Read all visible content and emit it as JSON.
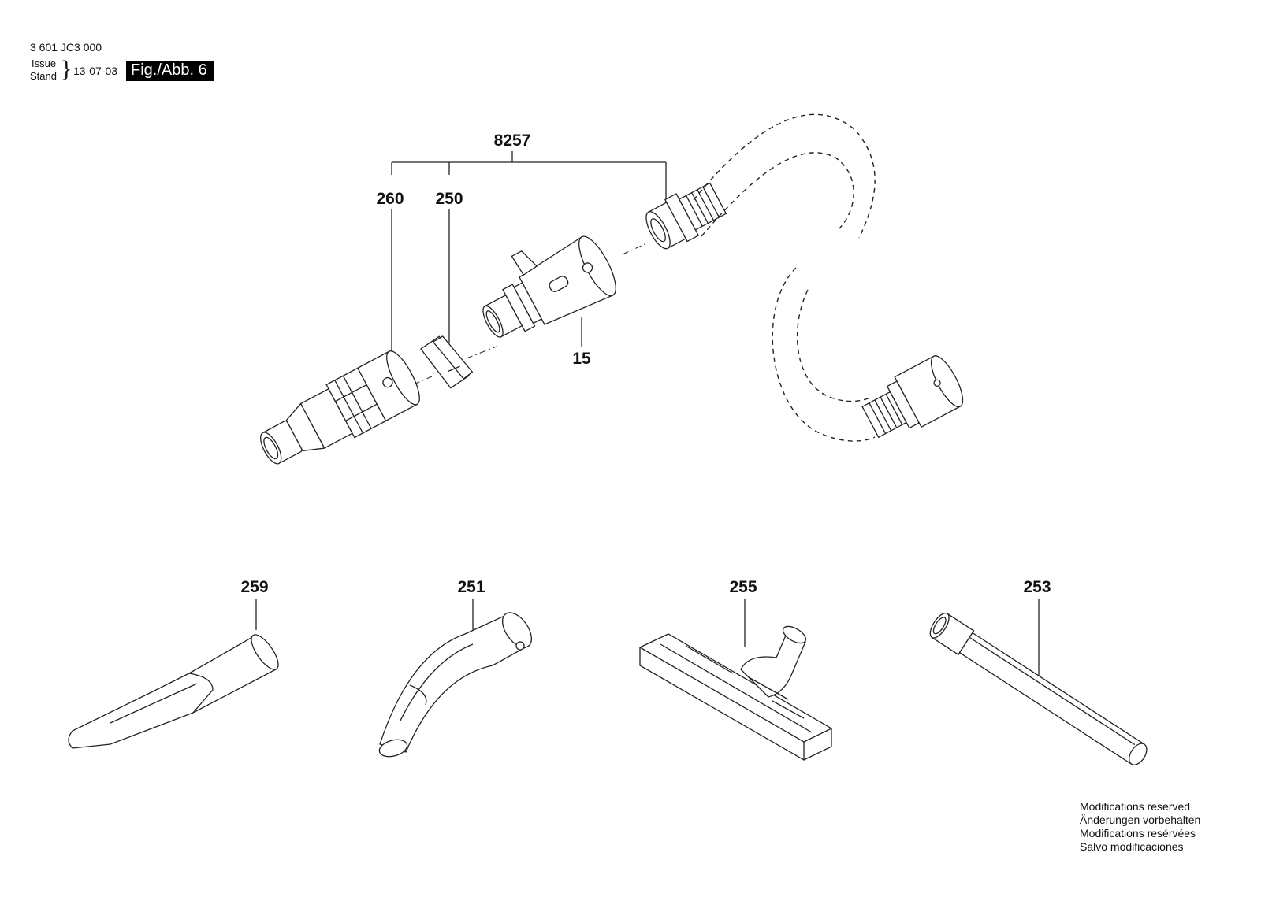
{
  "header": {
    "part_number": "3 601 JC3 000",
    "issue_label": "Issue",
    "stand_label": "Stand",
    "date": "13-07-03",
    "figure_tag": "Fig./Abb. 6"
  },
  "callouts": {
    "assembly": "8257",
    "nozzle_adapter": "260",
    "ring": "250",
    "handle": "15",
    "crevice_nozzle": "259",
    "bent_tube": "251",
    "floor_nozzle": "255",
    "extension_tube": "253"
  },
  "notes": [
    "Modifications reserved",
    "Änderungen vorbehalten",
    "Modifications resérvées",
    "Salvo modificaciones"
  ]
}
